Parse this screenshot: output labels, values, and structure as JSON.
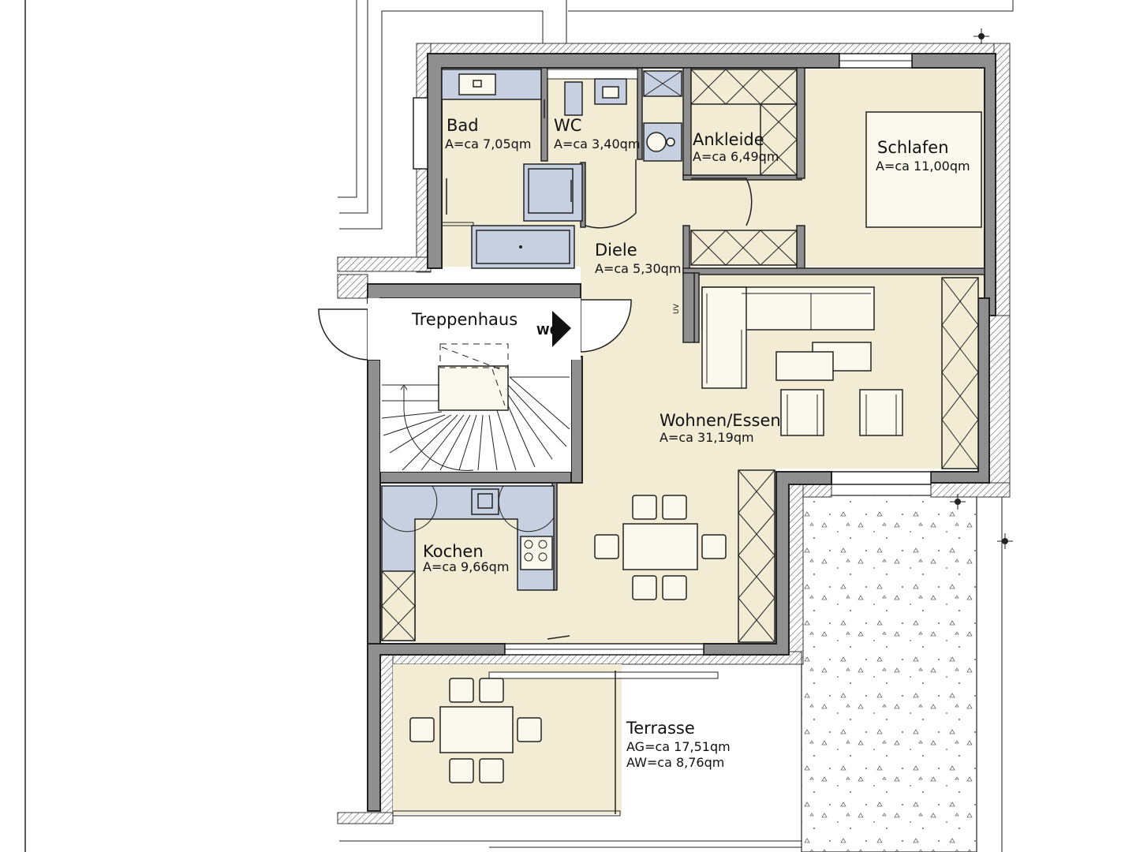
{
  "rooms": {
    "bad": {
      "name": "Bad",
      "area": "A=ca  7,05qm"
    },
    "wc": {
      "name": "WC",
      "area": "A=ca  3,40qm"
    },
    "ankleide": {
      "name": "Ankleide",
      "area": "A=ca  6,49qm"
    },
    "schlafen": {
      "name": "Schlafen",
      "area": "A=ca  11,00qm"
    },
    "diele": {
      "name": "Diele",
      "area": "A=ca  5,30qm"
    },
    "treppenhaus": {
      "name": "Treppenhaus"
    },
    "wohnen": {
      "name": "Wohnen/Essen",
      "area": "A=ca  31,19qm"
    },
    "kochen": {
      "name": "Kochen",
      "area": "A=ca  9,66qm"
    },
    "terrasse": {
      "name": "Terrasse",
      "area_ag": "AG=ca  17,51qm",
      "area_aw": "AW=ca  8,76qm"
    }
  },
  "markers": {
    "entrance": "W6",
    "uv": "UV"
  },
  "colors": {
    "floor": "#f3ecd5",
    "wall": "#8f8f8f",
    "fixtures": "#c6d0e0"
  }
}
